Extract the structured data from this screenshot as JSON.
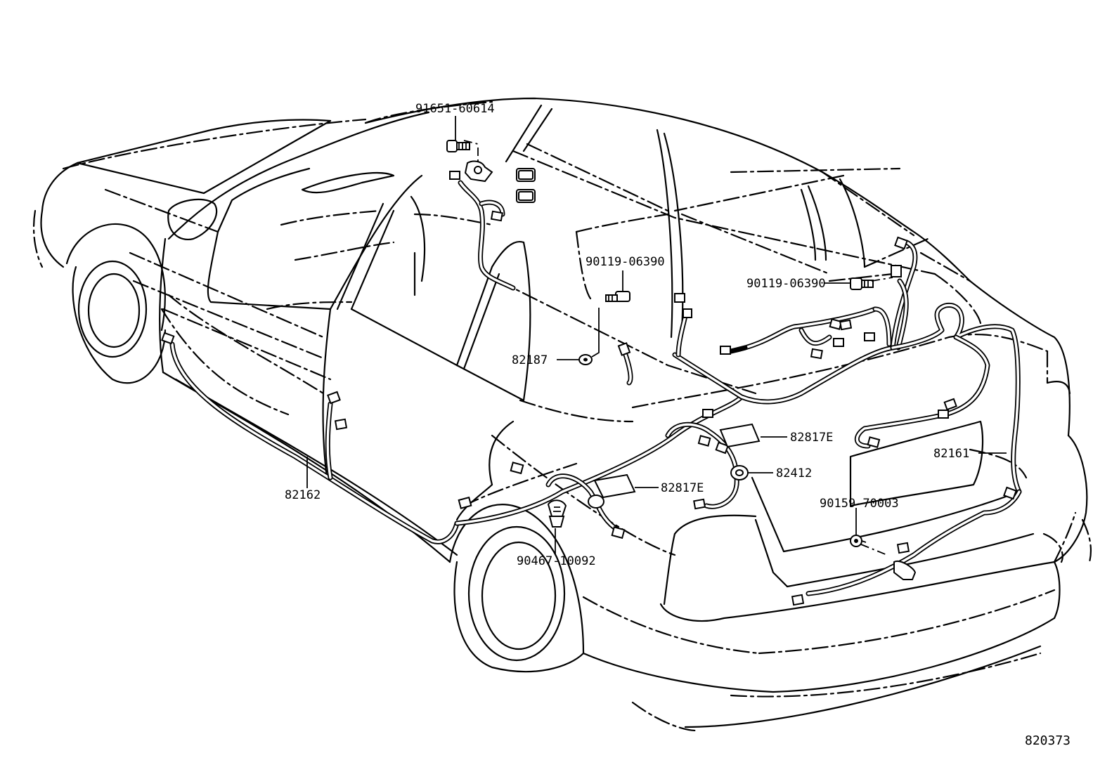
{
  "labels": {
    "p91651_60614": "91651-60614",
    "p90119_06390_a": "90119-06390",
    "p90119_06390_b": "90119-06390",
    "p82187": "82187",
    "p82817E_a": "82817E",
    "p82817E_b": "82817E",
    "p82412": "82412",
    "p82161": "82161",
    "p90159_70003": "90159-70003",
    "p82162": "82162",
    "p90467_10092": "90467-10092",
    "figure_number": "820373"
  }
}
